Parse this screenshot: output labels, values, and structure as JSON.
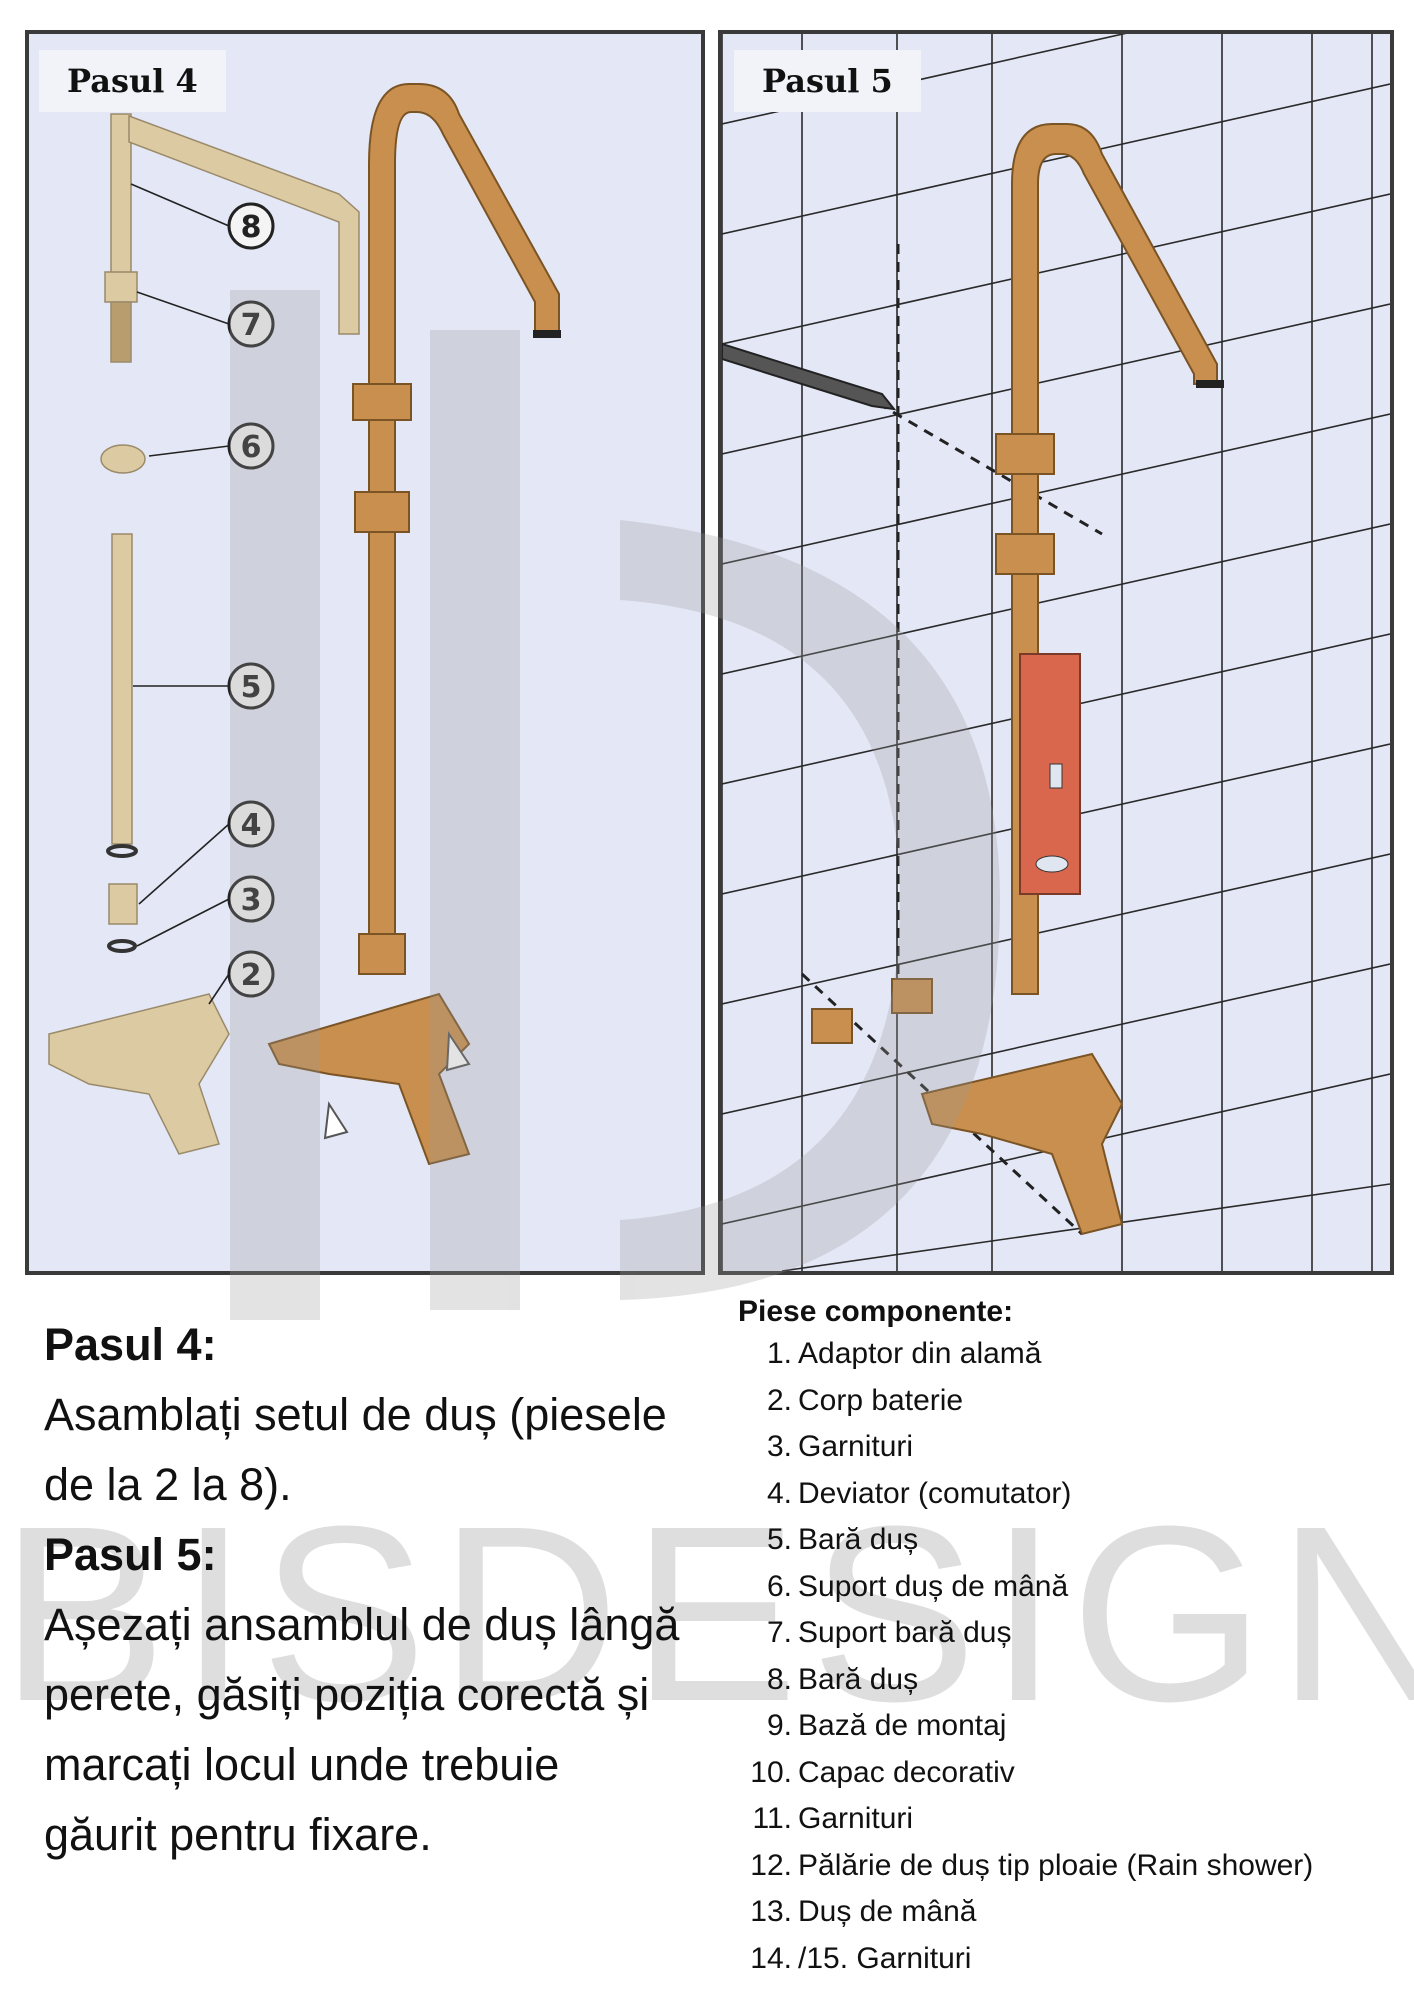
{
  "panels": [
    {
      "label": "Pasul 4",
      "callouts": [
        "8",
        "7",
        "6",
        "5",
        "4",
        "3",
        "2"
      ]
    },
    {
      "label": "Pasul 5"
    }
  ],
  "watermark": {
    "text": "BISDESIGN"
  },
  "instructions": {
    "step4_heading": "Pasul 4:",
    "step4_text": "Asamblați setul de duș (piesele de la 2 la 8).",
    "step5_heading": "Pasul 5:",
    "step5_text": "Așezați ansamblul de duș lângă perete, găsiți poziția corectă și marcați locul unde trebuie găurit pentru fixare."
  },
  "parts": {
    "title": "Piese componente:",
    "items": [
      {
        "num": "1.",
        "label": "Adaptor din alamă"
      },
      {
        "num": "2.",
        "label": "Corp baterie"
      },
      {
        "num": "3.",
        "label": "Garnituri"
      },
      {
        "num": "4.",
        "label": "Deviator (comutator)"
      },
      {
        "num": "5.",
        "label": "Bară duș"
      },
      {
        "num": "6.",
        "label": "Suport duș de mână"
      },
      {
        "num": "7.",
        "label": "Suport bară duș"
      },
      {
        "num": "8.",
        "label": "Bară duș"
      },
      {
        "num": "9.",
        "label": "Bază de montaj"
      },
      {
        "num": "10.",
        "label": "Capac decorativ"
      },
      {
        "num": "11.",
        "label": "Garnituri"
      },
      {
        "num": "12.",
        "label": "Pălărie de duș tip ploaie (Rain shower)"
      },
      {
        "num": "13.",
        "label": "Duș de mână"
      },
      {
        "num": "14.",
        "label": "/15. Garnituri"
      }
    ]
  },
  "colors": {
    "panel_bg": "#e4e7f6",
    "brass": "#c98f4e",
    "brass_light": "#dccba2",
    "spirit_level": "#d9674e",
    "watermark": "#9a9a9a"
  }
}
